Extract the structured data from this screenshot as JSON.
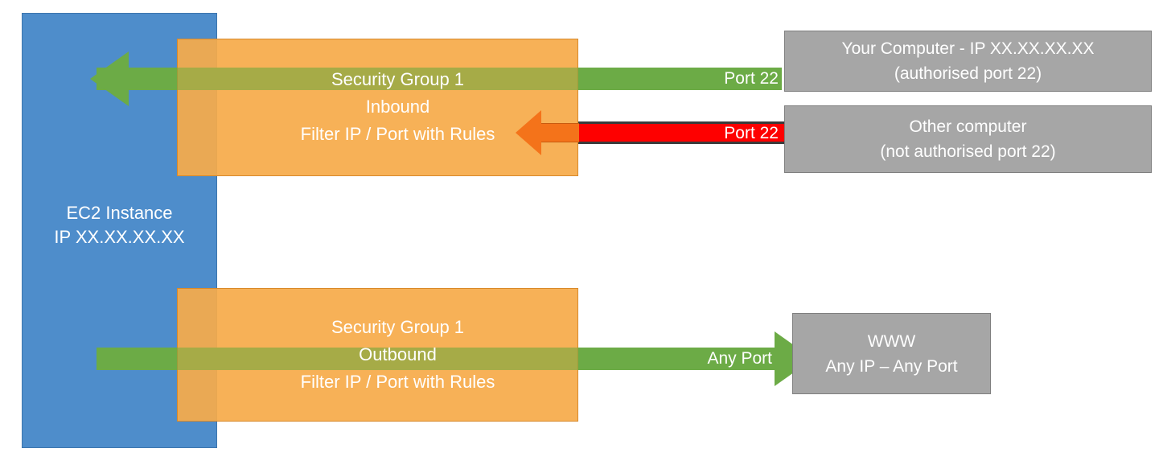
{
  "diagram": {
    "title": "AWS EC2 Security Group inbound and outbound traffic filtering",
    "colors": {
      "ec2_blue": "#4E8DCB",
      "security_group_orange": "#F6AB4A",
      "allowed_green": "#6CAB46",
      "blocked_red": "#FE0000",
      "absorbed_orange": "#F4731A",
      "endpoint_gray": "#A6A6A6",
      "text_white": "#FFFFFF"
    }
  },
  "ec2": {
    "name": "EC2 Instance",
    "ip": "IP XX.XX.XX.XX"
  },
  "security_groups": {
    "inbound": {
      "line1": "Security Group 1",
      "line2": "Inbound",
      "line3": "Filter IP / Port with Rules"
    },
    "outbound": {
      "line1": "Security Group 1",
      "line2": "Outbound",
      "line3": "Filter IP / Port with Rules"
    }
  },
  "flows": {
    "inbound_allowed": {
      "port_label": "Port 22",
      "status": "allowed",
      "color": "#6CAB46",
      "direction": "right-to-left"
    },
    "inbound_blocked": {
      "port_label": "Port 22",
      "status": "blocked",
      "color": "#FE0000",
      "direction": "right-to-left"
    },
    "outbound_allowed": {
      "port_label": "Any Port",
      "status": "allowed",
      "color": "#6CAB46",
      "direction": "left-to-right"
    }
  },
  "endpoints": {
    "your_computer": {
      "line1": "Your Computer - IP XX.XX.XX.XX",
      "line2": "(authorised port 22)"
    },
    "other_computer": {
      "line1": "Other computer",
      "line2": "(not authorised port 22)"
    },
    "www": {
      "line1": "WWW",
      "line2": "Any IP – Any Port"
    }
  }
}
